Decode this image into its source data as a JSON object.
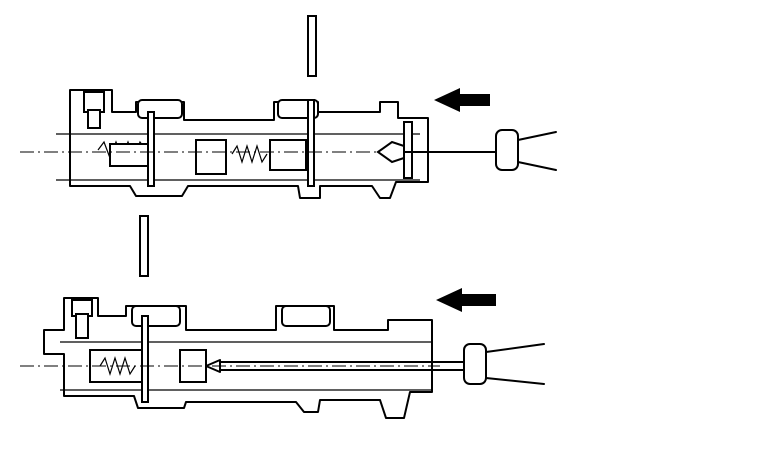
{
  "figure": {
    "panels": [
      {
        "id": "top",
        "content": "master-cylinder-disassembly-step-1"
      },
      {
        "id": "bottom",
        "content": "master-cylinder-disassembly-step-2"
      }
    ],
    "arrow_direction": "left",
    "colors": {
      "ink": "#000000",
      "paper": "#ffffff"
    }
  }
}
